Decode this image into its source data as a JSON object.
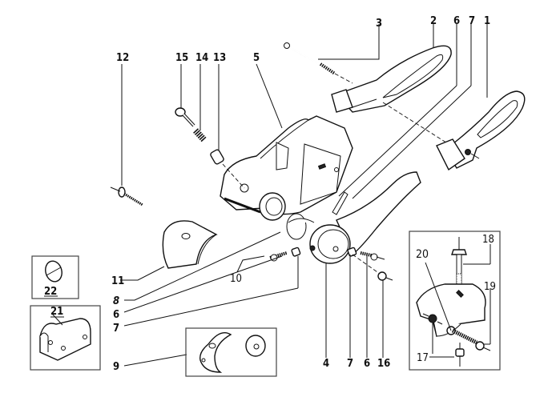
{
  "diagram": {
    "type": "exploded-parts-diagram",
    "callouts": {
      "p1": "1",
      "p2": "2",
      "p3": "3",
      "p4": "4",
      "p5": "5",
      "p6a": "6",
      "p6b": "6",
      "p6c": "6",
      "p7a": "7",
      "p7b": "7",
      "p7c": "7",
      "p8": "8",
      "p9": "9",
      "p10": "10",
      "p11": "11",
      "p12": "12",
      "p13": "13",
      "p14": "14",
      "p15": "15",
      "p16": "16",
      "p17": "17",
      "p18": "18",
      "p19": "19",
      "p20": "20",
      "p21": "21",
      "p22": "22"
    },
    "inset_boxes": [
      "22",
      "21",
      "9",
      "17-20"
    ],
    "colors": {
      "line": "#111111",
      "background": "#ffffff",
      "box": "#444444"
    }
  }
}
